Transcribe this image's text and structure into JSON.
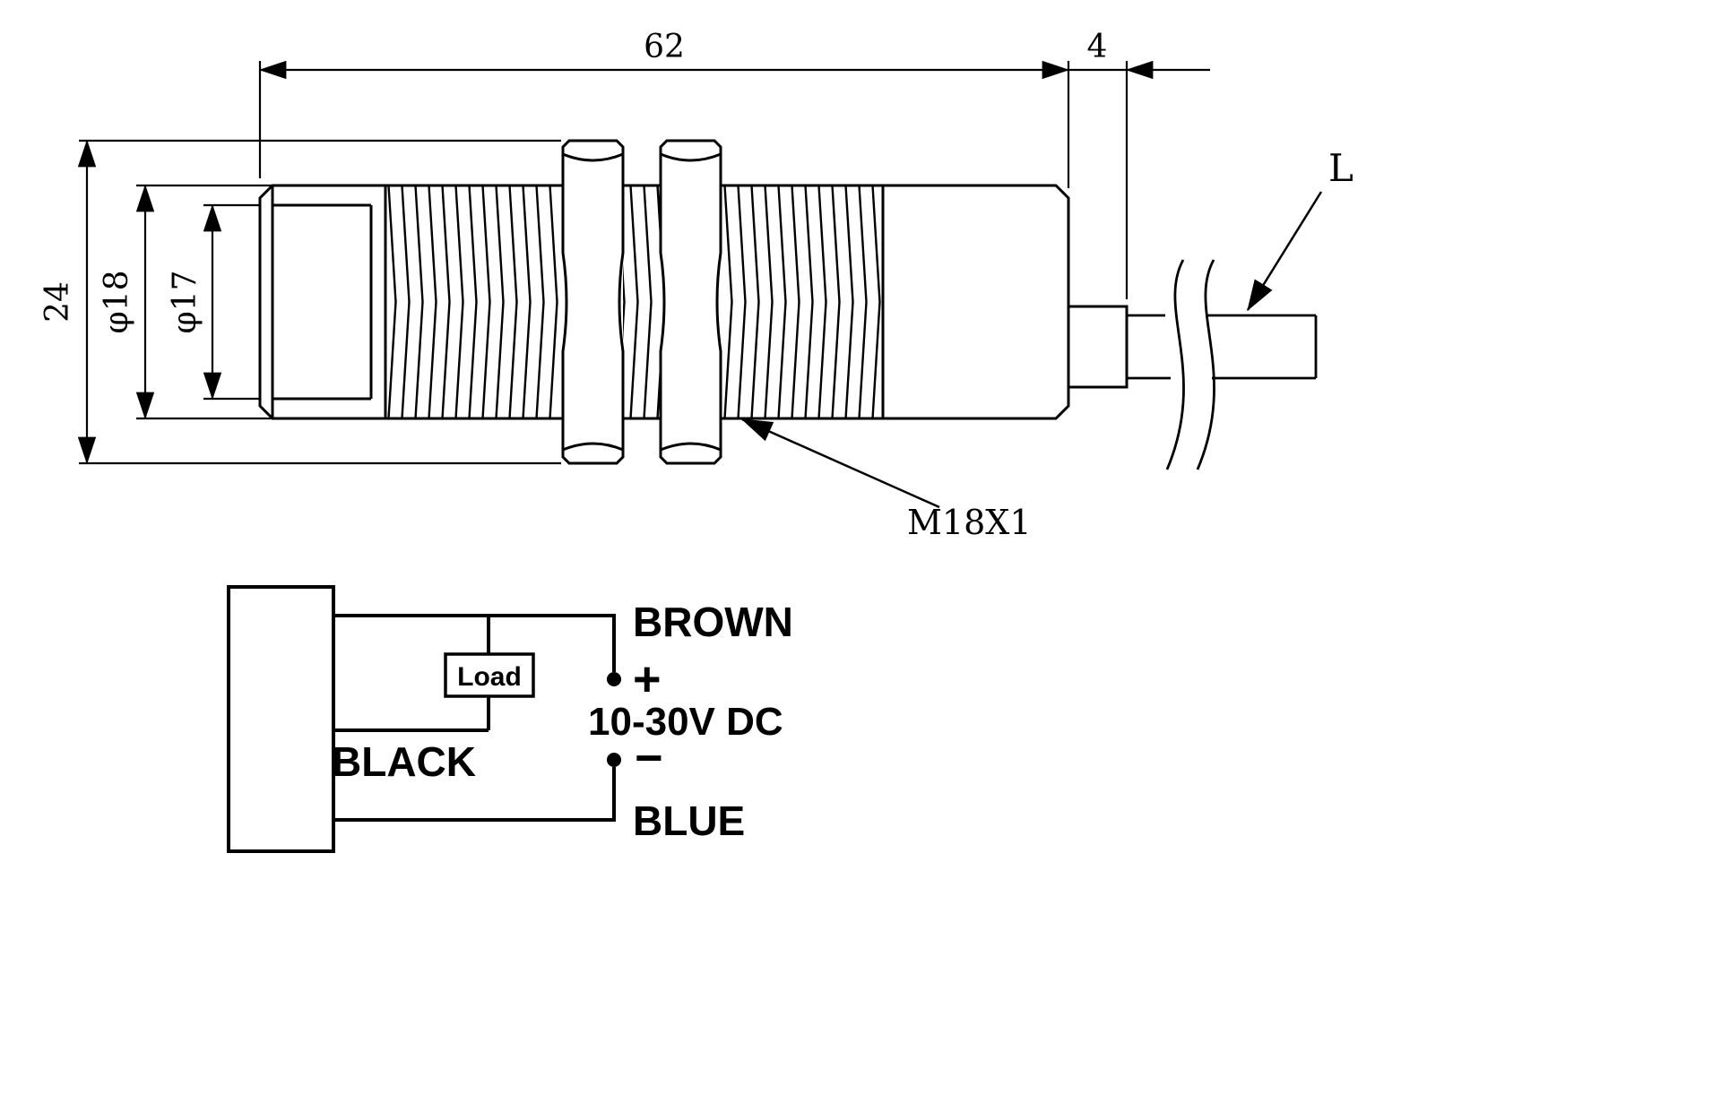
{
  "colors": {
    "ink": "#000000",
    "background": "#ffffff"
  },
  "dimension_drawing": {
    "dims": {
      "thread_length": "62",
      "rear_step": "4",
      "across_flats": "24",
      "outer_diameter": "φ18",
      "face_diameter": "φ17"
    },
    "annotations": {
      "thread_spec": "M18X1",
      "cable_length_label": "L"
    }
  },
  "wiring_diagram": {
    "labels": {
      "brown": "BROWN",
      "black": "BLACK",
      "blue": "BLUE",
      "load": "Load",
      "plus": "+",
      "minus": "−",
      "supply_voltage": "10-30V DC"
    }
  }
}
